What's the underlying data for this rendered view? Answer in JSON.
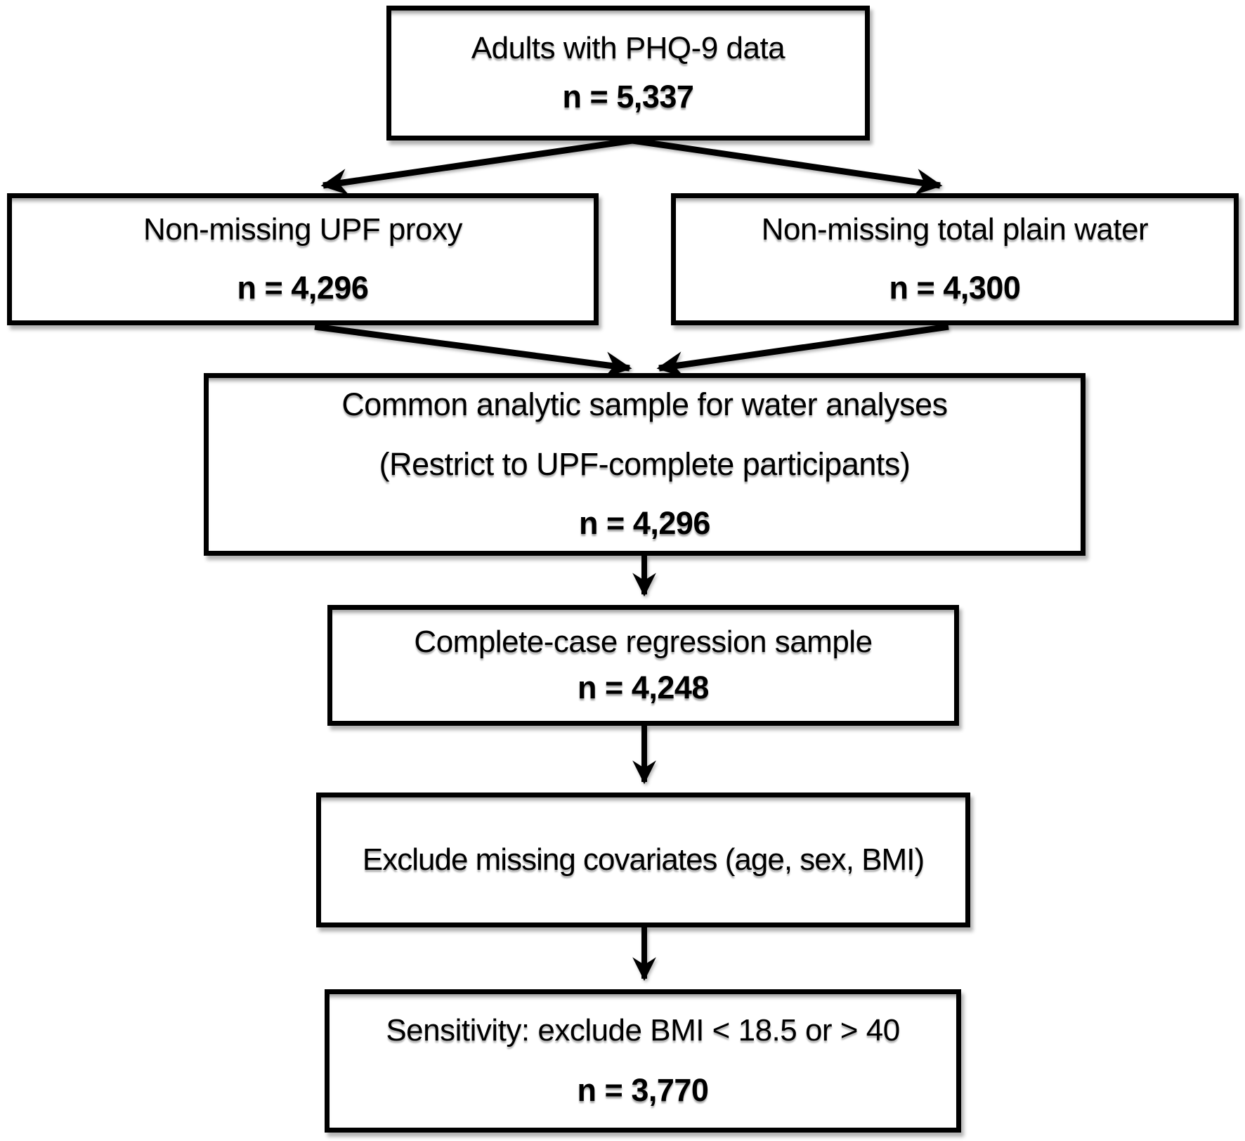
{
  "figure": {
    "type": "participant-flow-diagram",
    "colors": {
      "background": "#ffffff",
      "line": "#000000",
      "text": "#000000"
    },
    "nodes": {
      "top": {
        "line1": "Adults with PHQ-9 data",
        "n": "n = 5,337"
      },
      "upf": {
        "line1": "Non-missing UPF proxy",
        "n": "n = 4,296"
      },
      "water": {
        "line1": "Non-missing total plain water",
        "n": "n = 4,300"
      },
      "common": {
        "line1": "Common analytic sample for water analyses",
        "line2": "(Restrict to UPF-complete participants)",
        "n": "n = 4,296"
      },
      "regression": {
        "line1": "Complete-case regression sample",
        "n": "n = 4,248"
      },
      "covariates": {
        "line1": "Exclude missing covariates (age, sex, BMI)"
      },
      "sensitivity": {
        "line1": "Sensitivity: exclude BMI < 18.5 or > 40",
        "n": "n = 3,770"
      }
    }
  }
}
